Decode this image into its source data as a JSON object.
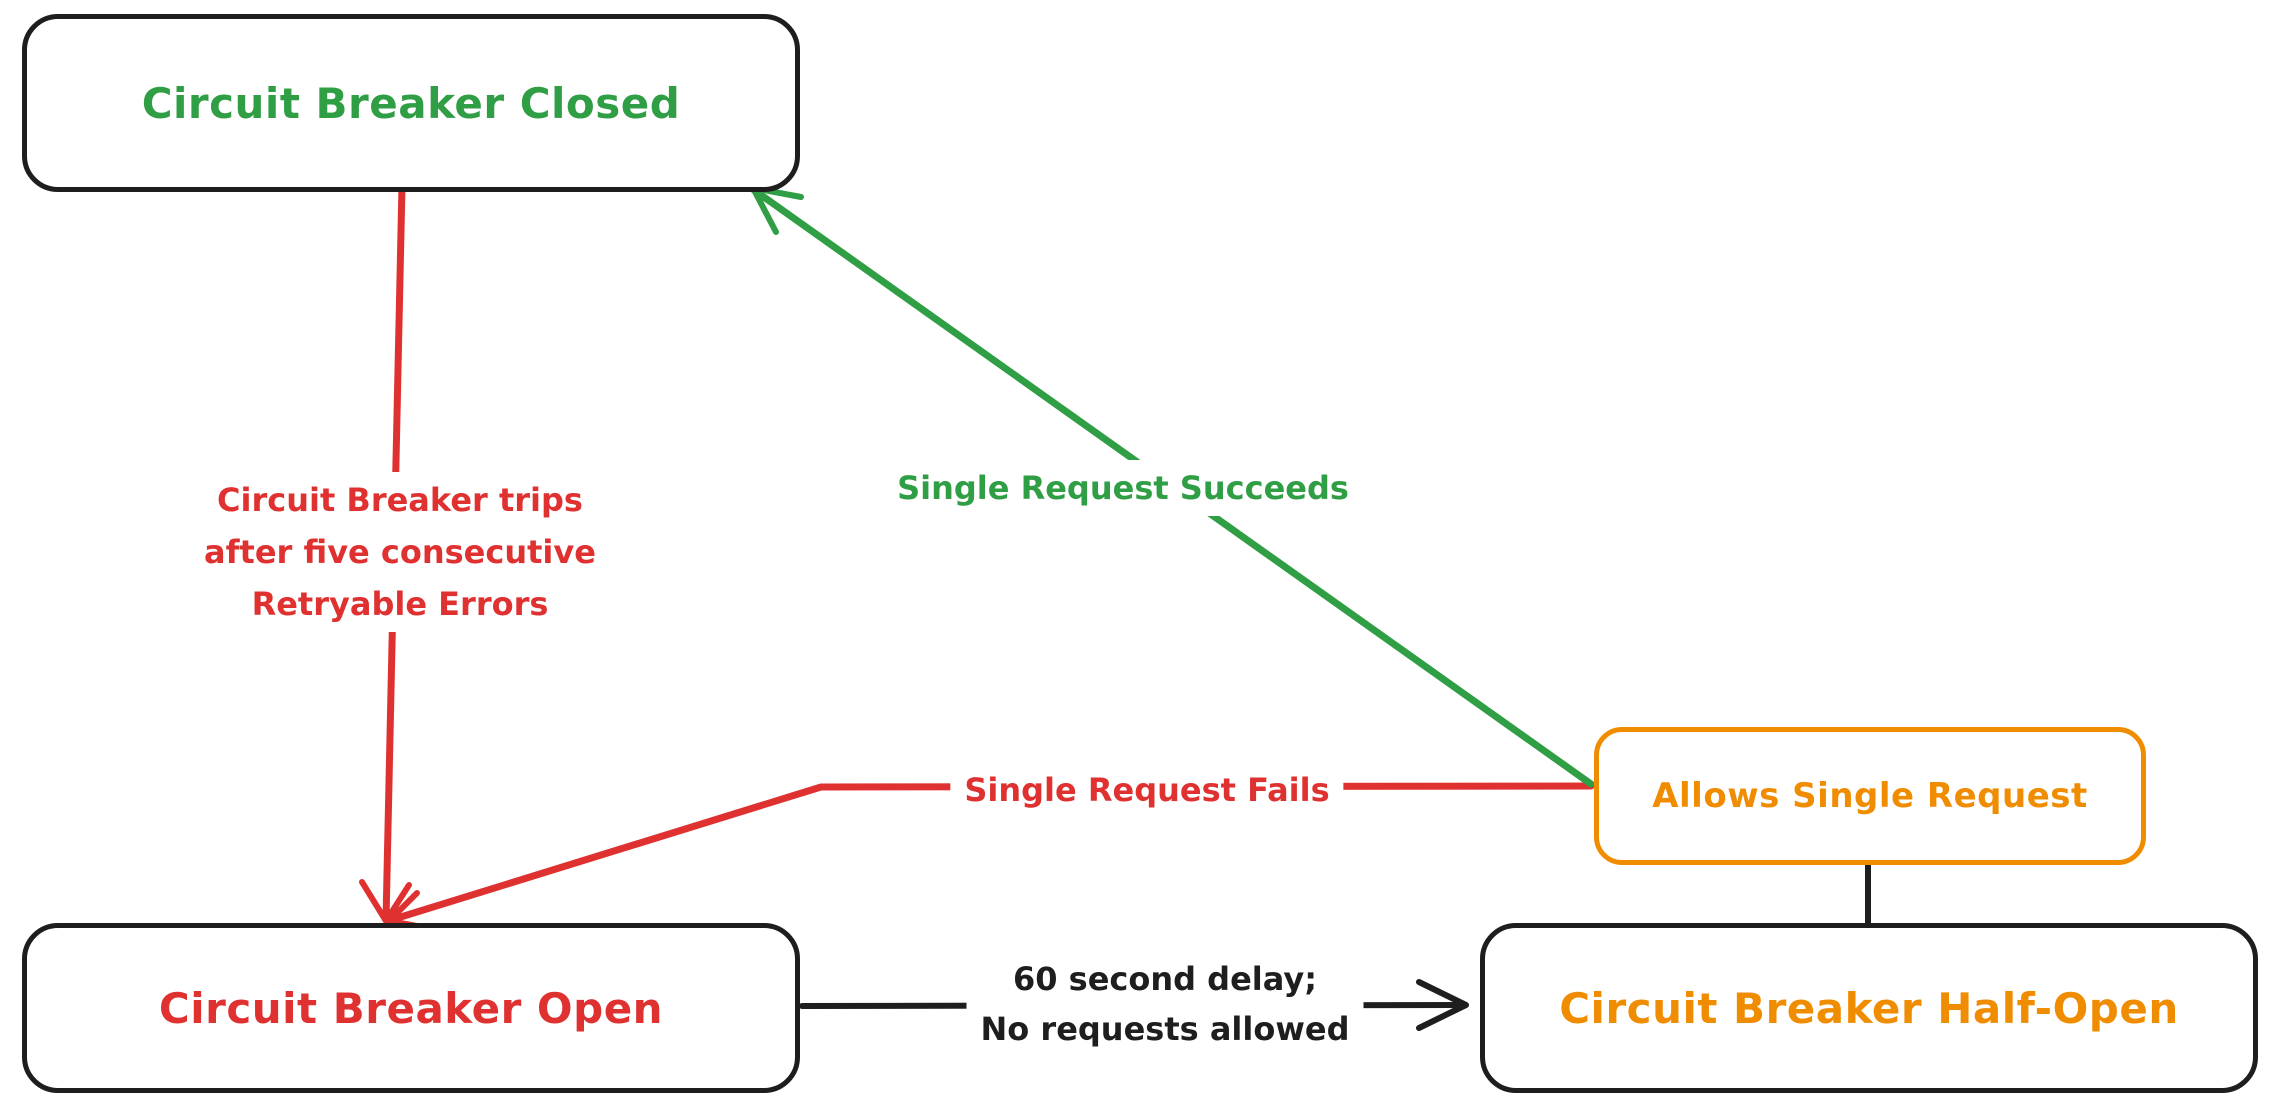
{
  "colors": {
    "green": "#2f9e44",
    "red": "#e03131",
    "orange": "#f08c00",
    "ink": "#1e1e1e",
    "background": "#ffffff"
  },
  "nodes": {
    "closed": {
      "label": "Circuit Breaker Closed"
    },
    "open": {
      "label": "Circuit Breaker Open"
    },
    "half_open": {
      "label": "Circuit Breaker Half-Open"
    },
    "allows_single_request": {
      "label": "Allows Single Request"
    }
  },
  "edges": {
    "trips": {
      "lines": [
        "Circuit Breaker trips",
        "after five consecutive",
        "Retryable Errors"
      ]
    },
    "succeeds": {
      "label": "Single Request Succeeds"
    },
    "fails": {
      "label": "Single Request Fails"
    },
    "delay": {
      "lines": [
        "60 second delay;",
        "No requests allowed"
      ]
    }
  }
}
